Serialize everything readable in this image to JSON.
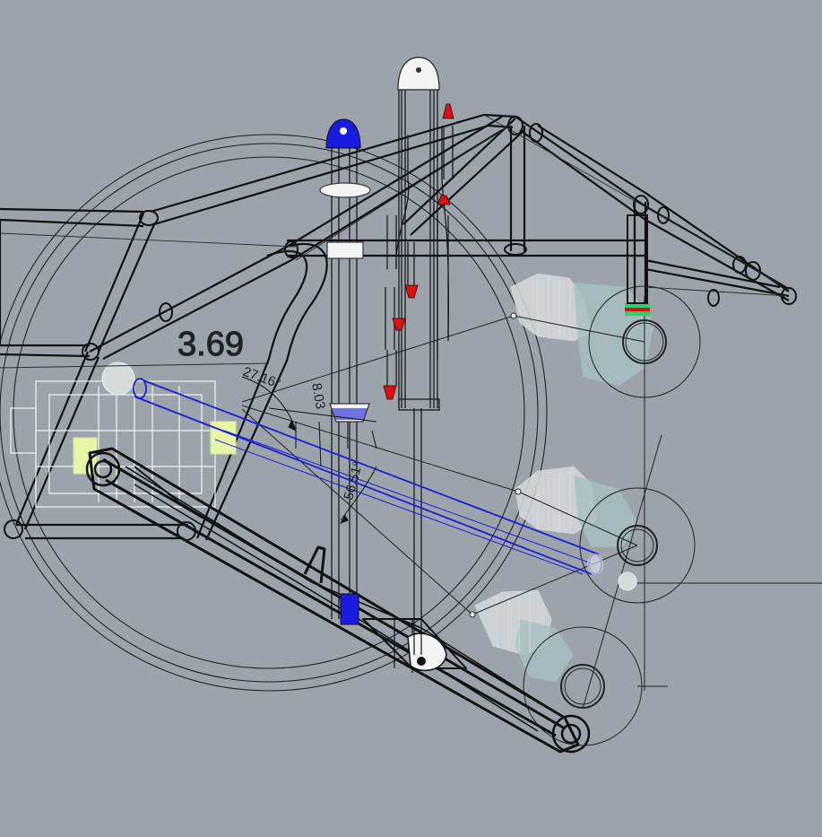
{
  "viewport": {
    "background": "#9ca3ab",
    "dimensions": {
      "main_value": "3.69",
      "angle_1": "27.16°",
      "dim_small": "8.03",
      "angle_2": "56.51°"
    },
    "colors": {
      "wire": "#111111",
      "thin_wire": "#2a2a2a",
      "selected_cylinder": "#1d1dd8",
      "highlight_blue": "#1a1ae0",
      "red_tip": "#e01010",
      "white_part": "#f4f4f4",
      "ghost_part": "#d6dada",
      "ghost_teal": "#a9c5c4",
      "yellow_part": "#e6f5a8",
      "green_part": "#2bd36b"
    },
    "icons": [
      "bicycle-frame-wireframe",
      "shock-absorber-icon",
      "wheel-circle-icon",
      "swingarm-icon"
    ]
  }
}
